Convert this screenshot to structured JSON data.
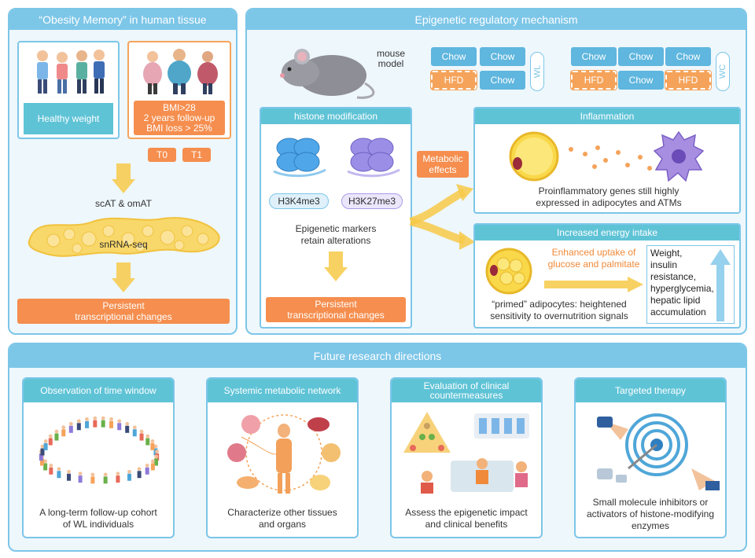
{
  "panel_left": {
    "title": "“Obesity Memory” in human tissue",
    "healthy_label": "Healthy weight",
    "obese_criteria": [
      "BMI>28",
      "2 years follow-up",
      "BMI loss > 25%"
    ],
    "timepoints": [
      "T0",
      "T1"
    ],
    "tissue_label": "scAT & omAT",
    "method_label": "snRNA-seq",
    "result": [
      "Persistent",
      "transcriptional changes"
    ]
  },
  "panel_right": {
    "title": "Epigenetic regulatory mechanism",
    "mouse_label": [
      "mouse",
      "model"
    ],
    "wl_group": {
      "label": "WL",
      "row1": [
        "Chow",
        "Chow"
      ],
      "row2": [
        "HFD",
        "Chow"
      ]
    },
    "wc_group": {
      "label": "WC",
      "row1": [
        "Chow",
        "Chow",
        "Chow"
      ],
      "row2": [
        "HFD",
        "Chow",
        "HFD"
      ]
    },
    "histone": {
      "title": "histone modification",
      "marks": [
        "H3K4me3",
        "H3K27me3"
      ],
      "text": [
        "Epigenetic markers",
        "retain alterations"
      ],
      "result": [
        "Persistent",
        "transcriptional changes"
      ]
    },
    "metabolic_label": [
      "Metabolic",
      "effects"
    ],
    "inflammation": {
      "title": "Inflammation",
      "text": [
        "Proinflammatory genes still highly",
        "expressed  in adipocytes and ATMs"
      ]
    },
    "energy": {
      "title": "Increased energy intake",
      "uptake": [
        "Enhanced uptake of",
        "glucose and palmitate"
      ],
      "primed": [
        "“primed” adipocytes: heightened",
        "sensitivity to overnutrition signals"
      ],
      "outcomes": [
        "Weight,",
        "insulin",
        "resistance,",
        "hyperglycemia,",
        "hepatic lipid",
        "accumulation"
      ]
    }
  },
  "panel_bottom": {
    "title": "Future research directions",
    "items": [
      {
        "title": "Observation of time window",
        "text": [
          "A long-term follow-up cohort",
          "of WL individuals"
        ]
      },
      {
        "title": "Systemic metabolic network",
        "text": [
          "Characterize other tissues",
          "and organs"
        ]
      },
      {
        "title": "Evaluation of clinical countermeasures",
        "title_lines": [
          "Evaluation of clinical",
          "countermeasures"
        ],
        "text": [
          "Assess the epigenetic impact",
          "and clinical benefits"
        ]
      },
      {
        "title": "Targeted therapy",
        "text": [
          "Small molecule inhibitors or",
          "activators of histone-modifying",
          "enzymes"
        ]
      }
    ]
  },
  "colors": {
    "accent_blue": "#7cc6e8",
    "teal": "#5fc3d6",
    "orange": "#f58e4e",
    "chow": "#5fb6de",
    "hfd": "#f5a35a",
    "arrow_yellow": "#f7c948"
  }
}
